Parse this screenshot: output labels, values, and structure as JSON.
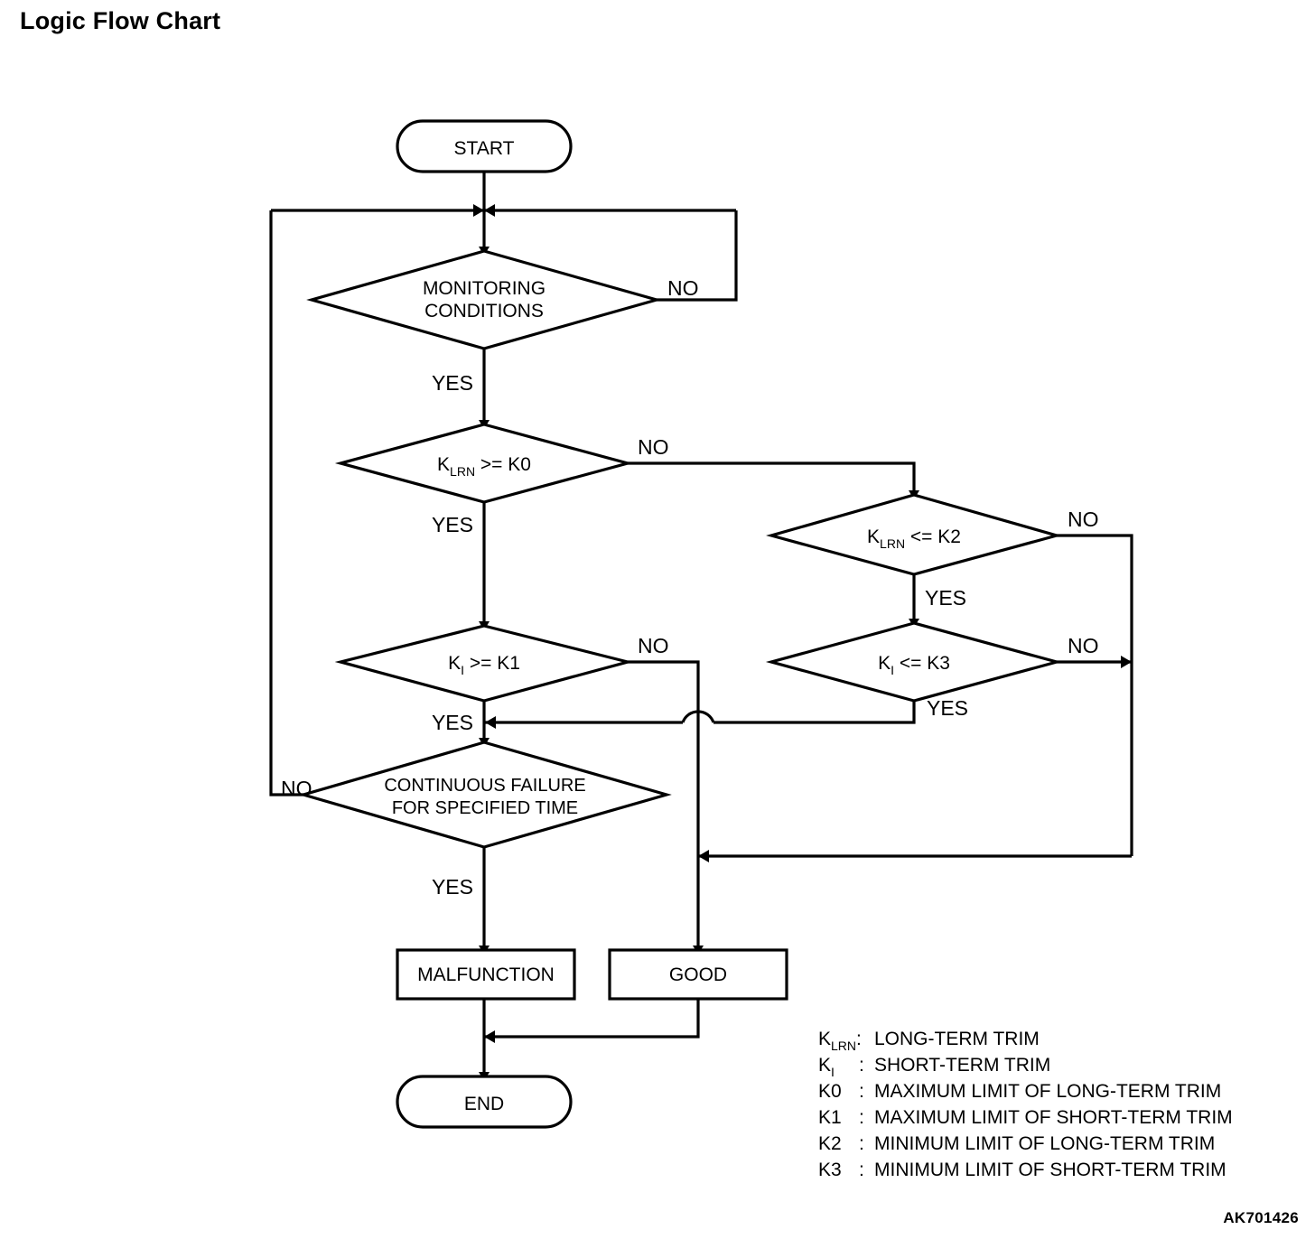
{
  "page": {
    "title": "Logic Flow Chart",
    "reference_code": "AK701426"
  },
  "nodes": {
    "start": "START",
    "end": "END",
    "monitoring_line1": "MONITORING",
    "monitoring_line2": "CONDITIONS",
    "klrn_ge_k0": {
      "base": "K",
      "sub": "LRN",
      "rest": " >= K0"
    },
    "klrn_le_k2": {
      "base": "K",
      "sub": "LRN",
      "rest": " <= K2"
    },
    "ki_ge_k1": {
      "base": "K",
      "sub": "I",
      "rest": " >= K1"
    },
    "ki_le_k3": {
      "base": "K",
      "sub": "I",
      "rest": " <= K3"
    },
    "continuous_line1": "CONTINUOUS FAILURE",
    "continuous_line2": "FOR SPECIFIED TIME",
    "malfunction": "MALFUNCTION",
    "good": "GOOD"
  },
  "branches": {
    "monitoring_no": "NO",
    "monitoring_yes": "YES",
    "klrn_k0_no": "NO",
    "klrn_k0_yes": "YES",
    "klrn_k2_no": "NO",
    "klrn_k2_yes": "YES",
    "ki_k1_no": "NO",
    "ki_k1_yes": "YES",
    "ki_k3_no": "NO",
    "ki_k3_yes": "YES",
    "continuous_no": "NO",
    "continuous_yes": "YES"
  },
  "legend": [
    {
      "key": "K",
      "sub": "LRN",
      "sep": ":",
      "text": "LONG-TERM TRIM"
    },
    {
      "key": "K",
      "sub": "I",
      "sep": ":",
      "text": "SHORT-TERM TRIM"
    },
    {
      "key": "K0",
      "sub": "",
      "sep": ":",
      "text": "MAXIMUM LIMIT OF LONG-TERM TRIM"
    },
    {
      "key": "K1",
      "sub": "",
      "sep": ":",
      "text": "MAXIMUM LIMIT OF SHORT-TERM TRIM"
    },
    {
      "key": "K2",
      "sub": "",
      "sep": ":",
      "text": "MINIMUM LIMIT OF LONG-TERM TRIM"
    },
    {
      "key": "K3",
      "sub": "",
      "sep": ":",
      "text": "MINIMUM LIMIT OF SHORT-TERM TRIM"
    }
  ],
  "chart_data": {
    "type": "diagram",
    "title": "Logic Flow Chart",
    "diagram_kind": "flowchart",
    "nodes": [
      {
        "id": "start",
        "shape": "terminator",
        "label": "START"
      },
      {
        "id": "monitoring",
        "shape": "decision",
        "label": "MONITORING CONDITIONS"
      },
      {
        "id": "klrn_k0",
        "shape": "decision",
        "label": "KLRN >= K0"
      },
      {
        "id": "klrn_k2",
        "shape": "decision",
        "label": "KLRN <= K2"
      },
      {
        "id": "ki_k1",
        "shape": "decision",
        "label": "KI >= K1"
      },
      {
        "id": "ki_k3",
        "shape": "decision",
        "label": "KI <= K3"
      },
      {
        "id": "continuous",
        "shape": "decision",
        "label": "CONTINUOUS FAILURE FOR SPECIFIED TIME"
      },
      {
        "id": "malfunction",
        "shape": "process",
        "label": "MALFUNCTION"
      },
      {
        "id": "good",
        "shape": "process",
        "label": "GOOD"
      },
      {
        "id": "end",
        "shape": "terminator",
        "label": "END"
      }
    ],
    "edges": [
      {
        "from": "start",
        "to": "monitoring",
        "label": ""
      },
      {
        "from": "monitoring",
        "to": "monitoring",
        "label": "NO"
      },
      {
        "from": "monitoring",
        "to": "klrn_k0",
        "label": "YES"
      },
      {
        "from": "klrn_k0",
        "to": "ki_k1",
        "label": "YES"
      },
      {
        "from": "klrn_k0",
        "to": "klrn_k2",
        "label": "NO"
      },
      {
        "from": "klrn_k2",
        "to": "ki_k3",
        "label": "YES"
      },
      {
        "from": "klrn_k2",
        "to": "good",
        "label": "NO"
      },
      {
        "from": "ki_k1",
        "to": "continuous",
        "label": "YES"
      },
      {
        "from": "ki_k1",
        "to": "good",
        "label": "NO"
      },
      {
        "from": "ki_k3",
        "to": "continuous",
        "label": "YES"
      },
      {
        "from": "ki_k3",
        "to": "good",
        "label": "NO"
      },
      {
        "from": "continuous",
        "to": "malfunction",
        "label": "YES"
      },
      {
        "from": "continuous",
        "to": "monitoring",
        "label": "NO"
      },
      {
        "from": "malfunction",
        "to": "end",
        "label": ""
      },
      {
        "from": "good",
        "to": "end",
        "label": ""
      }
    ]
  }
}
